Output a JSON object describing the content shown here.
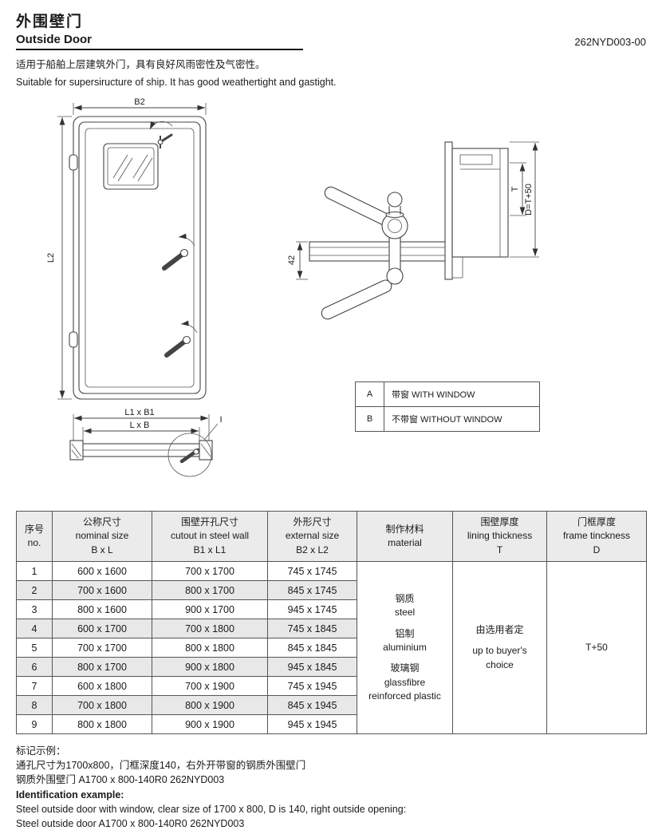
{
  "header": {
    "title_cn": "外围壁门",
    "title_en": "Outside Door",
    "doc_number": "262NYD003-00",
    "desc_cn": "适用于船舶上层建筑外门，具有良好风雨密性及气密性。",
    "desc_en": "Suitable for supersiructure of ship. It has good weathertight and gastight."
  },
  "drawing": {
    "dims": {
      "b2": "B2",
      "l2": "L2",
      "l1b1": "L1 x B1",
      "lb": "L x B",
      "detail_ref": "I",
      "dim_42": "42",
      "dim_t": "T",
      "dim_d": "D=T+50"
    },
    "variants": [
      {
        "code": "A",
        "label": "带窗 WITH WINDOW"
      },
      {
        "code": "B",
        "label": "不带窗 WITHOUT WINDOW"
      }
    ]
  },
  "spec_table": {
    "headers": {
      "no_cn": "序号",
      "no_en": "no.",
      "nominal_cn": "公称尺寸",
      "nominal_en": "nominal size",
      "nominal_sym": "B x L",
      "cutout_cn": "围壁开孔尺寸",
      "cutout_en": "cutout in steel wall",
      "cutout_sym": "B1 x L1",
      "external_cn": "外形尺寸",
      "external_en": "external size",
      "external_sym": "B2 x L2",
      "material_cn": "制作材料",
      "material_en": "material",
      "lining_cn": "围壁厚度",
      "lining_en": "lining thickness",
      "lining_sym": "T",
      "frame_cn": "门框厚度",
      "frame_en": "frame tinckness",
      "frame_sym": "D"
    },
    "rows": [
      {
        "no": "1",
        "nominal": "600 x 1600",
        "cutout": "700 x 1700",
        "external": "745 x 1745"
      },
      {
        "no": "2",
        "nominal": "700 x 1600",
        "cutout": "800 x 1700",
        "external": "845 x 1745"
      },
      {
        "no": "3",
        "nominal": "800 x 1600",
        "cutout": "900 x 1700",
        "external": "945 x 1745"
      },
      {
        "no": "4",
        "nominal": "600 x 1700",
        "cutout": "700 x 1800",
        "external": "745 x 1845"
      },
      {
        "no": "5",
        "nominal": "700 x 1700",
        "cutout": "800 x 1800",
        "external": "845 x 1845"
      },
      {
        "no": "6",
        "nominal": "800 x 1700",
        "cutout": "900 x 1800",
        "external": "945 x 1845"
      },
      {
        "no": "7",
        "nominal": "600 x 1800",
        "cutout": "700 x 1900",
        "external": "745 x 1945"
      },
      {
        "no": "8",
        "nominal": "700 x 1800",
        "cutout": "800 x 1900",
        "external": "845 x 1945"
      },
      {
        "no": "9",
        "nominal": "800 x 1800",
        "cutout": "900 x 1900",
        "external": "945 x 1945"
      }
    ],
    "material_lines": [
      "钢质",
      "steel",
      "铝制",
      "aluminium",
      "玻璃钢",
      "glassfibre",
      "reinforced plastic"
    ],
    "lining_lines": [
      "由选用者定",
      "up to buyer's",
      "choice"
    ],
    "frame_value": "T+50"
  },
  "footer": {
    "example_label_cn": "标记示例：",
    "example_cn_1": "通孔尺寸为1700x800，门框深度140，右外开带窗的钢质外围壁门",
    "example_cn_2": "钢质外围壁门 A1700 x 800-140R0 262NYD003",
    "example_label_en": "Identification example:",
    "example_en_1": "Steel outside door with window, clear size of 1700 x 800, D is 140, right outside opening:",
    "example_en_2": "Steel outside door A1700 x 800-140R0 262NYD003"
  }
}
